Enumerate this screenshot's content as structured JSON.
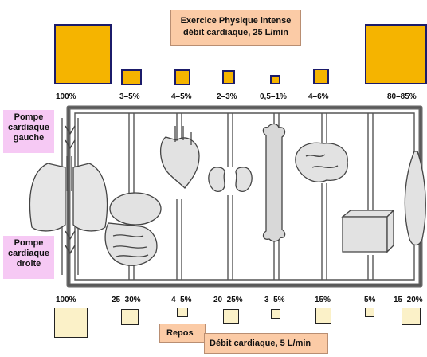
{
  "exercise": {
    "title_line1": "Exercice Physique intense",
    "title_line2": "débit cardiaque, 25 L/min",
    "percentages": [
      "100%",
      "3–5%",
      "4–5%",
      "2–3%",
      "0,5–1%",
      "4–6%",
      "80–85%"
    ]
  },
  "rest": {
    "label": "Repos",
    "output": "Débit cardiaque, 5 L/min",
    "percentages": [
      "100%",
      "25–30%",
      "4–5%",
      "20–25%",
      "3–5%",
      "15%",
      "5%",
      "15–20%"
    ]
  },
  "pumps": {
    "left": "Pompe cardiaque gauche",
    "right": "Pompe cardiaque droite"
  },
  "colors": {
    "exercise_box": "#f5b400",
    "rest_box": "#fbf1c8",
    "title_bg": "#fbcba6",
    "pump_bg": "#f6c9f4"
  }
}
